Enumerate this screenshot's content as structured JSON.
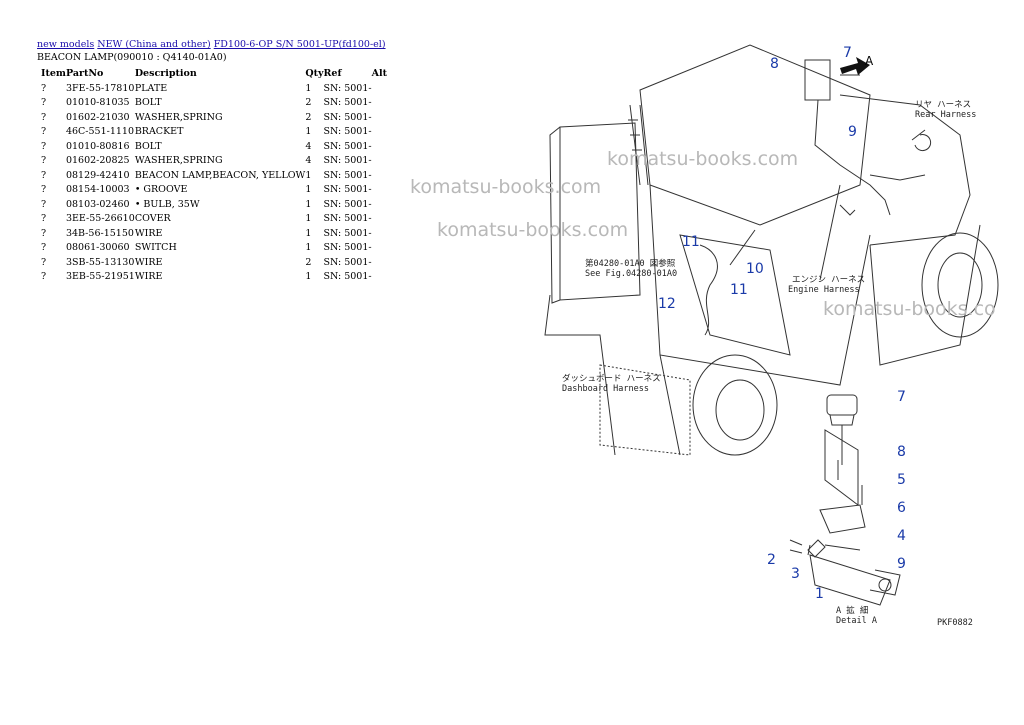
{
  "breadcrumb": {
    "link1": "new models",
    "link2": "NEW (China and other)",
    "link3": "FD100-6-OP S/N 5001-UP(fd100-el)"
  },
  "section_title": "BEACON LAMP(090010 : Q4140-01A0)",
  "table": {
    "headers": {
      "item": "Item",
      "partno": "PartNo",
      "description": "Description",
      "qty": "Qty",
      "ref": "Ref",
      "alt": "Alt"
    },
    "rows": [
      {
        "item": "?",
        "partno": "3FE-55-17810",
        "description": "PLATE",
        "qty": "1",
        "ref": "SN: 5001-"
      },
      {
        "item": "?",
        "partno": "01010-81035",
        "description": "BOLT",
        "qty": "2",
        "ref": "SN: 5001-"
      },
      {
        "item": "?",
        "partno": "01602-21030",
        "description": "WASHER,SPRING",
        "qty": "2",
        "ref": "SN: 5001-"
      },
      {
        "item": "?",
        "partno": "46C-551-1110",
        "description": "BRACKET",
        "qty": "1",
        "ref": "SN: 5001-"
      },
      {
        "item": "?",
        "partno": "01010-80816",
        "description": "BOLT",
        "qty": "4",
        "ref": "SN: 5001-"
      },
      {
        "item": "?",
        "partno": "01602-20825",
        "description": "WASHER,SPRING",
        "qty": "4",
        "ref": "SN: 5001-"
      },
      {
        "item": "?",
        "partno": "08129-42410",
        "description": "BEACON LAMP,BEACON, YELLOW",
        "qty": "1",
        "ref": "SN: 5001-"
      },
      {
        "item": "?",
        "partno": "08154-10003",
        "description": "• GROOVE",
        "qty": "1",
        "ref": "SN: 5001-"
      },
      {
        "item": "?",
        "partno": "08103-02460",
        "description": "• BULB, 35W",
        "qty": "1",
        "ref": "SN: 5001-"
      },
      {
        "item": "?",
        "partno": "3EE-55-26610",
        "description": "COVER",
        "qty": "1",
        "ref": "SN: 5001-"
      },
      {
        "item": "?",
        "partno": "34B-56-15150",
        "description": "WIRE",
        "qty": "1",
        "ref": "SN: 5001-"
      },
      {
        "item": "?",
        "partno": "08061-30060",
        "description": "SWITCH",
        "qty": "1",
        "ref": "SN: 5001-"
      },
      {
        "item": "?",
        "partno": "3SB-55-13130",
        "description": "WIRE",
        "qty": "2",
        "ref": "SN: 5001-"
      },
      {
        "item": "?",
        "partno": "3EB-55-21951",
        "description": "WIRE",
        "qty": "1",
        "ref": "SN: 5001-"
      }
    ]
  },
  "watermark": "komatsu-books.com",
  "watermark_cut": "komatsu-books.co",
  "diagram": {
    "arrow_label": "A",
    "rear_harness_jp": "リヤ ハーネス",
    "rear_harness": "Rear Harness",
    "engine_harness_jp": "エンジン ハーネス",
    "engine_harness": "Engine Harness",
    "dash_harness_jp": "ダッシュボード ハーネス",
    "dash_harness": "Dashboard Harness",
    "see_fig_jp": "第04280-01A0 図参照",
    "see_fig": "See Fig.04280-01A0",
    "detail_jp": "A 拡 細",
    "detail": "Detail A",
    "code": "PKF0882",
    "callouts": [
      "7",
      "8",
      "9",
      "11",
      "10",
      "11",
      "12",
      "7",
      "8",
      "5",
      "6",
      "4",
      "2",
      "3",
      "9",
      "1"
    ]
  }
}
